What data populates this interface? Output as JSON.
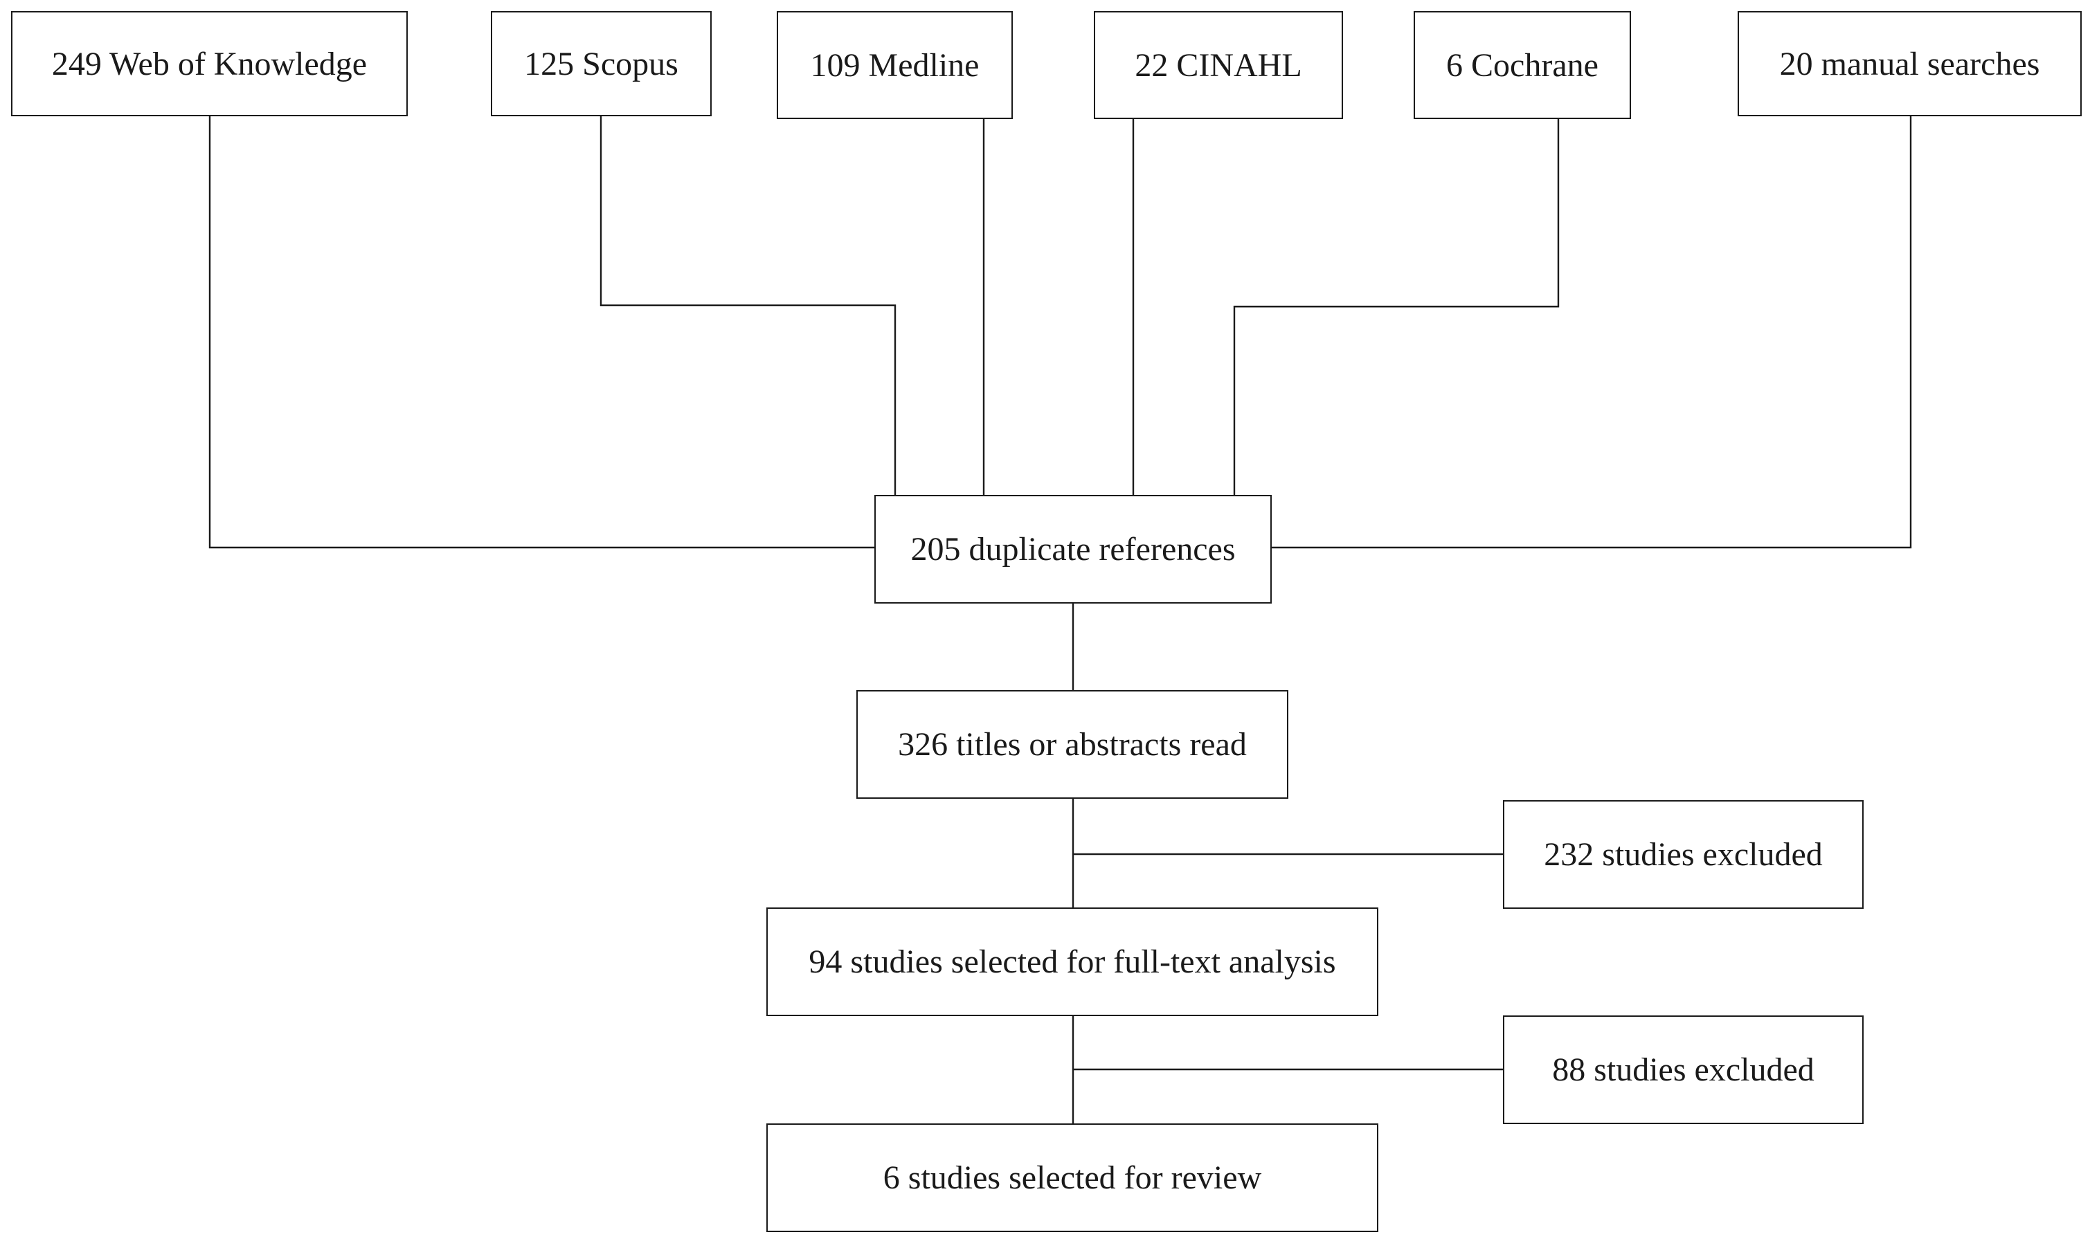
{
  "sources": {
    "web_of_knowledge": "249 Web of Knowledge",
    "scopus": "125 Scopus",
    "medline": "109 Medline",
    "cinahl": "22 CINAHL",
    "cochrane": "6 Cochrane",
    "manual": "20 manual searches"
  },
  "flow": {
    "duplicates": "205  duplicate references",
    "screened": "326 titles or abstracts read",
    "excluded_screening": "232 studies excluded",
    "full_text": "94 studies selected for full-text analysis",
    "excluded_full_text": "88 studies excluded",
    "included": "6 studies selected for review"
  }
}
